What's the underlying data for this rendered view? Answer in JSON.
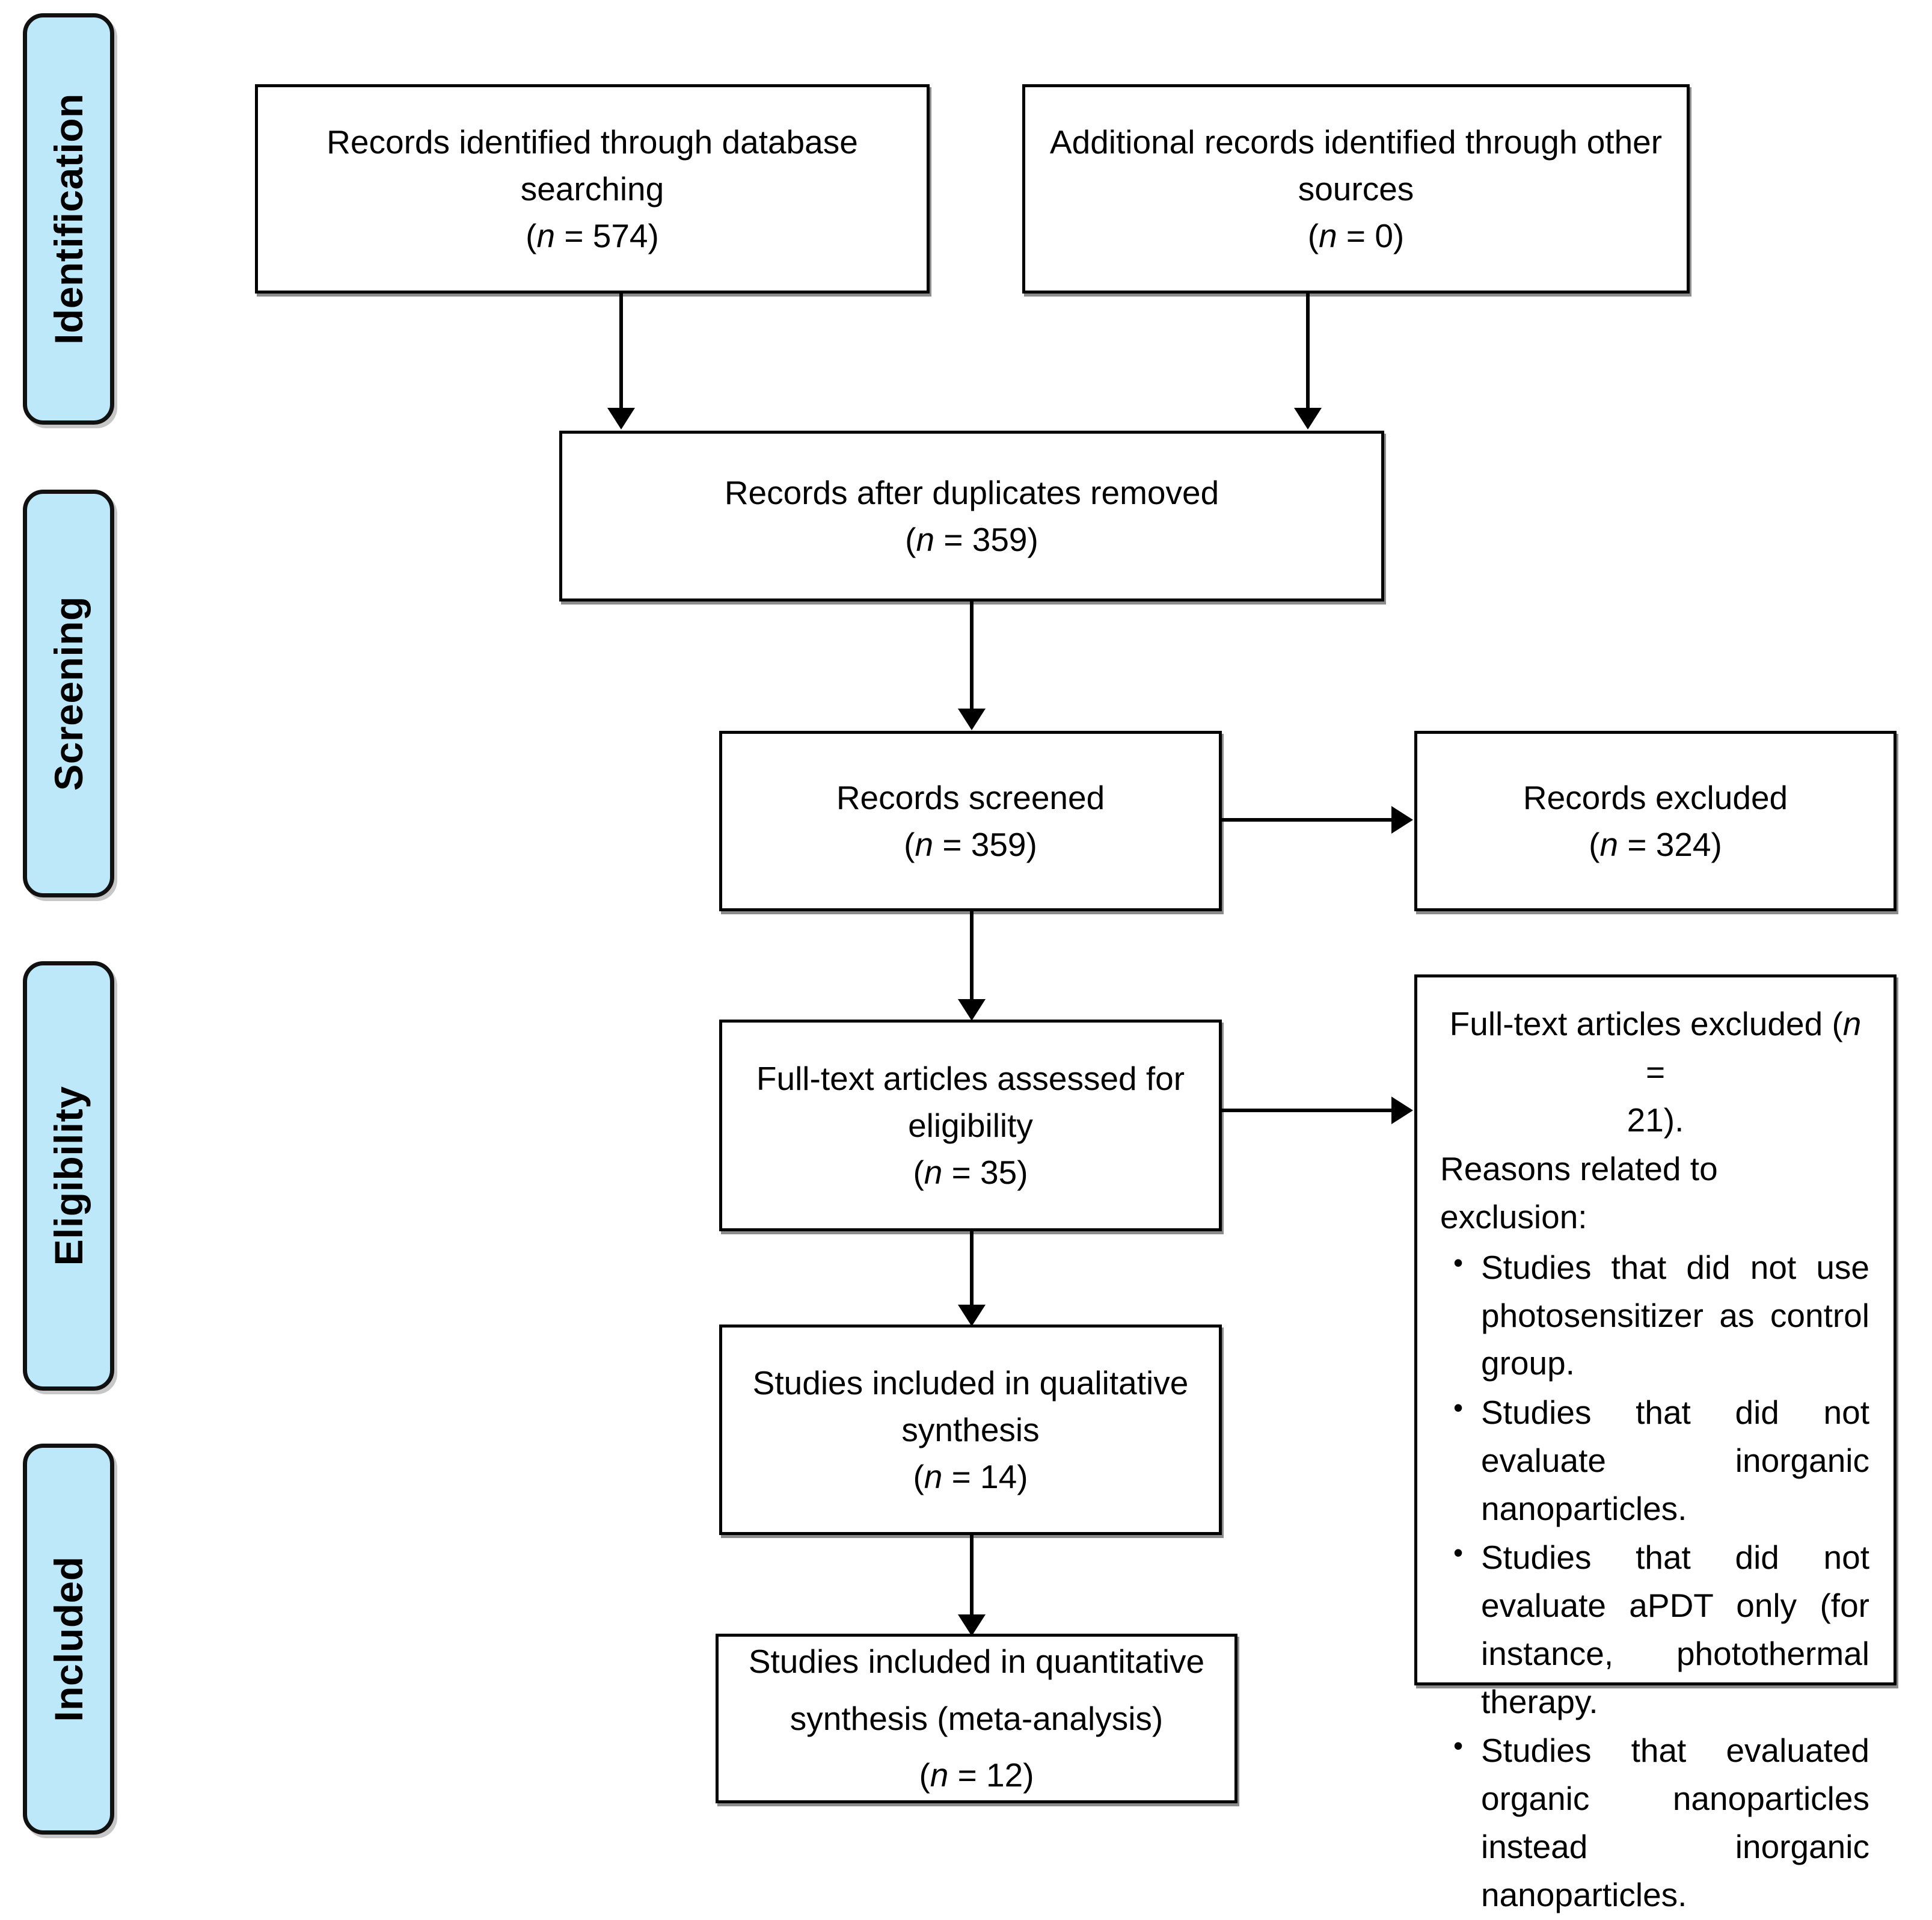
{
  "diagram": {
    "title": "PRISMA flow diagram",
    "accent_color": "#bde8fa",
    "line_color": "#000000",
    "background": "#ffffff"
  },
  "stages": [
    {
      "id": "identification",
      "label": "Identification"
    },
    {
      "id": "screening",
      "label": "Screening"
    },
    {
      "id": "eligibility",
      "label": "Eligibility"
    },
    {
      "id": "included",
      "label": "Included"
    }
  ],
  "boxes": {
    "database_search": {
      "line1": "Records identified through database",
      "line2": "searching",
      "count_prefix": "(",
      "count_italic": "n",
      "count_suffix": " = 574)"
    },
    "other_sources": {
      "line1": "Additional records identified through other",
      "line2": "sources",
      "count_prefix": "(",
      "count_italic": "n",
      "count_suffix": " = 0)"
    },
    "duplicates_removed": {
      "line1": "Records after duplicates removed",
      "count_prefix": "(",
      "count_italic": "n",
      "count_suffix": " = 359)"
    },
    "records_screened": {
      "line1": "Records screened",
      "count_prefix": "(",
      "count_italic": "n",
      "count_suffix": " = 359)"
    },
    "records_excluded": {
      "line1": "Records excluded",
      "count_prefix": "(",
      "count_italic": "n",
      "count_suffix": " = 324)"
    },
    "fulltext_assessed": {
      "line1": "Full-text articles assessed for",
      "line2": "eligibility",
      "count_prefix": "(",
      "count_italic": "n",
      "count_suffix": " = 35)"
    },
    "qualitative_synthesis": {
      "line1": "Studies included in qualitative",
      "line2": "synthesis",
      "count_prefix": "(",
      "count_italic": "n",
      "count_suffix": " = 14)"
    },
    "quantitative_synthesis": {
      "line1": "Studies included in quantitative",
      "line2": "synthesis (meta-analysis)",
      "count_prefix": "(",
      "count_italic": "n",
      "count_suffix": " = 12)"
    },
    "fulltext_excluded": {
      "head_prefix": "Full-text articles excluded (",
      "head_italic": "n",
      "head_suffix": " =",
      "head_line2": "21).",
      "subhead": "Reasons related to exclusion:",
      "reasons": [
        "Studies that did not use photosensitizer as control group.",
        "Studies that did not evaluate inorganic nanoparticles.",
        "Studies that did not evaluate aPDT only (for instance, photothermal therapy.",
        "Studies that evaluated organic nanoparticles instead inorganic nanoparticles."
      ]
    }
  }
}
